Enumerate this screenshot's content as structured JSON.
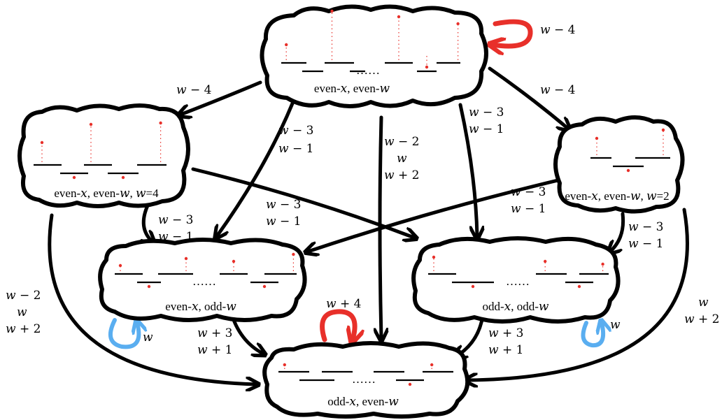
{
  "colors": {
    "cloud_stroke": "#000000",
    "edge": "#000000",
    "self_loop_red": "#e8302a",
    "self_loop_blue": "#5aaef0",
    "particle_red": "#e8302a"
  },
  "nodes": {
    "top": {
      "label": "even-𝑥, even-𝑤"
    },
    "left_upper": {
      "label": "even-𝑥, even-𝑤, 𝑤=4"
    },
    "right_upper": {
      "label": "even-𝑥, even-𝑤, 𝑤=2"
    },
    "middle_left": {
      "label": "even-𝑥, odd-𝑤"
    },
    "middle_right": {
      "label": "odd-𝑥, odd-𝑤"
    },
    "bottom": {
      "label": "odd-𝑥, even-𝑤"
    }
  },
  "ellipsis": "……",
  "edge_labels": {
    "top_self": "𝑤 − 4",
    "top_to_left": "𝑤 − 4",
    "top_to_right": "𝑤 − 4",
    "top_to_midleft_a": "𝑤 − 3",
    "top_to_midleft_b": "𝑤 − 1",
    "top_to_bottom_a": "𝑤 − 2",
    "top_to_bottom_b": "𝑤",
    "top_to_bottom_c": "𝑤 + 2",
    "top_to_midright_a": "𝑤 − 3",
    "top_to_midright_b": "𝑤 − 1",
    "cross_a": "𝑤 − 3",
    "cross_b": "𝑤 − 1",
    "right_to_midleft_a": "𝑤 − 3",
    "right_to_midleft_b": "𝑤 − 1",
    "left_to_midleft_a": "𝑤 − 3",
    "left_to_midleft_b": "𝑤 − 1",
    "right_to_midright_a": "𝑤 − 3",
    "right_to_midright_b": "𝑤 − 1",
    "left_to_bottom_a": "𝑤 − 2",
    "left_to_bottom_b": "𝑤",
    "left_to_bottom_c": "𝑤 + 2",
    "right_to_bottom_a": "𝑤",
    "right_to_bottom_b": "𝑤 + 2",
    "midleft_to_bottom_a": "𝑤 + 3",
    "midleft_to_bottom_b": "𝑤 + 1",
    "midright_to_bottom_a": "𝑤 + 3",
    "midright_to_bottom_b": "𝑤 + 1",
    "bottom_self": "𝑤 + 4",
    "midleft_self": "𝑤",
    "midright_self": "𝑤"
  }
}
